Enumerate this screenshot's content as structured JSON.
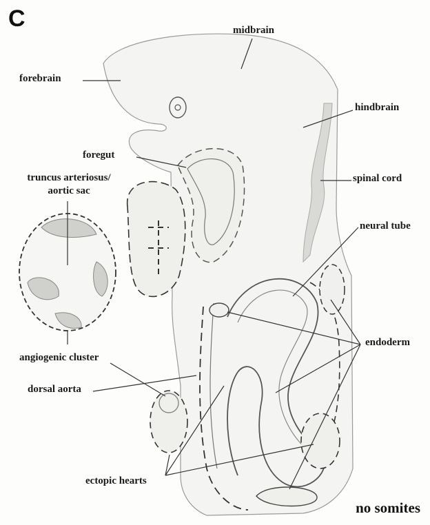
{
  "panel_letter": "C",
  "labels": {
    "midbrain": "midbrain",
    "forebrain": "forebrain",
    "hindbrain": "hindbrain",
    "foregut": "foregut",
    "truncus_line1": "truncus arteriosus/",
    "truncus_line2": "aortic sac",
    "spinal_cord": "spinal cord",
    "neural_tube": "neural tube",
    "endoderm": "endoderm",
    "angiogenic_cluster": "angiogenic cluster",
    "dorsal_aorta": "dorsal aorta",
    "ectopic_hearts": "ectopic hearts"
  },
  "stage_note": "no somites",
  "colors": {
    "ink": "#1a1a1a",
    "pencil": "#8a8a8a",
    "tissue_fill": "#efefec",
    "neural_shade": "#d9d9d6"
  }
}
